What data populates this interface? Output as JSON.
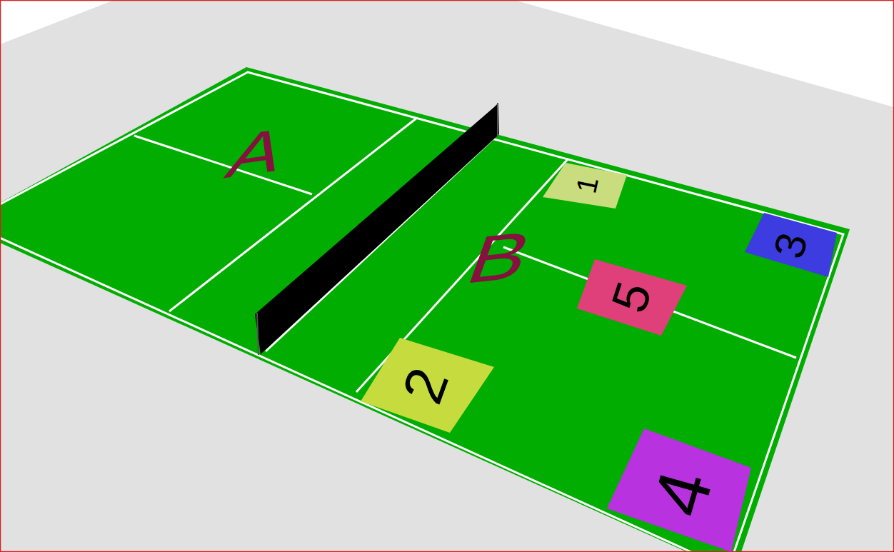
{
  "diagram": {
    "nodes": [
      {
        "text": [
          "1"
        ]
      },
      {
        "text": [
          "3"
        ]
      },
      {
        "text": [
          "5"
        ]
      },
      {
        "text": [
          "2"
        ]
      },
      {
        "text": [
          "4"
        ]
      }
    ],
    "labels": [
      "A",
      "B"
    ]
  }
}
